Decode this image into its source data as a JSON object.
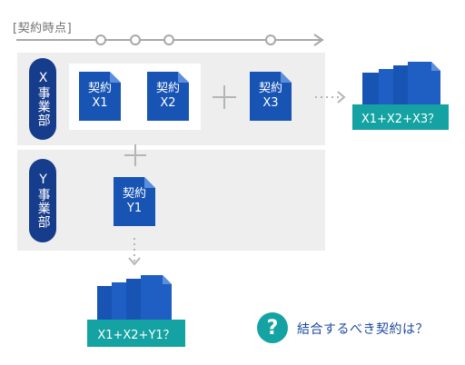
{
  "timeline": {
    "label": "[契約時点]"
  },
  "groups": [
    {
      "label": "X事業部"
    },
    {
      "label": "Y事業部"
    }
  ],
  "documents": [
    {
      "line1": "契約",
      "line2": "X1"
    },
    {
      "line1": "契約",
      "line2": "X2"
    },
    {
      "line1": "契約",
      "line2": "X3"
    },
    {
      "line1": "契約",
      "line2": "Y1"
    }
  ],
  "results": {
    "x_combination": "X1+X2+X3？",
    "xy_combination": "X1+X2+Y1？"
  },
  "question": {
    "icon": "?",
    "text": "結合するべき契約は？"
  },
  "colors": {
    "doc_blue": "#1854b4",
    "doc_fold": "#5b8fde",
    "teal": "#15a2a2",
    "navy": "#163c8c"
  }
}
